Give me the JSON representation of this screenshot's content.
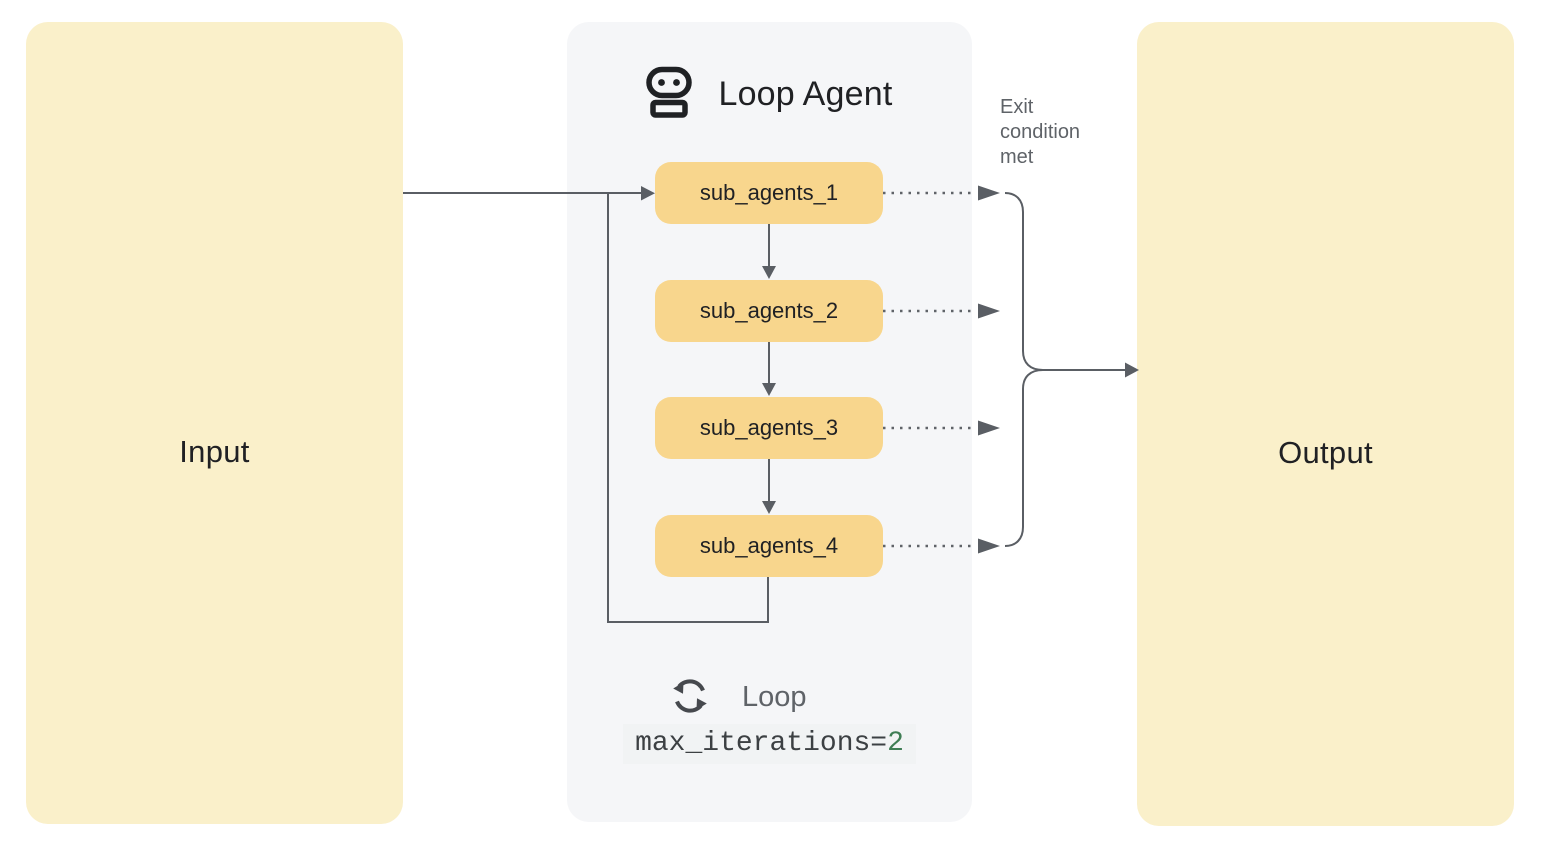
{
  "diagram": {
    "input": {
      "label": "Input"
    },
    "output": {
      "label": "Output"
    },
    "loop_agent": {
      "title": "Loop Agent",
      "sub_agents": [
        {
          "label": "sub_agents_1"
        },
        {
          "label": "sub_agents_2"
        },
        {
          "label": "sub_agents_3"
        },
        {
          "label": "sub_agents_4"
        }
      ],
      "loop_label": "Loop",
      "max_iterations_code": {
        "prefix": "max_iterations=",
        "value": "2"
      }
    },
    "exit_condition_label": "Exit condition met",
    "icons": [
      "robot-icon",
      "loop-sync-icon"
    ]
  },
  "colors": {
    "io_fill": "#faf0ca",
    "sub_agent_fill": "#f8d68d",
    "panel_fill": "#f5f6f8",
    "connector": "#5a5e64",
    "text_dark": "#202124",
    "text_gray": "#5f6368",
    "icon_dark": "#1f2124",
    "code_chip_bg": "#f1f3f4",
    "code_value_green": "#3e7d54"
  }
}
